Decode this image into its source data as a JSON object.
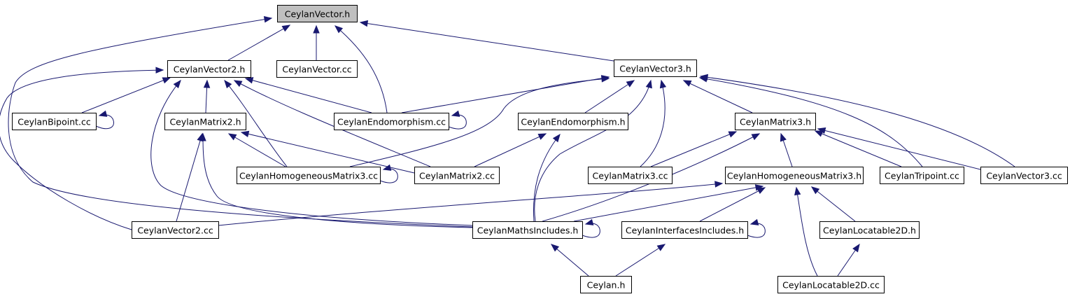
{
  "diagram": {
    "type": "include-dependency-graph",
    "nodes": [
      {
        "id": "CeylanVector.h",
        "label": "CeylanVector.h",
        "current": true
      },
      {
        "id": "CeylanVector2.h",
        "label": "CeylanVector2.h"
      },
      {
        "id": "CeylanVector.cc",
        "label": "CeylanVector.cc"
      },
      {
        "id": "CeylanVector3.h",
        "label": "CeylanVector3.h"
      },
      {
        "id": "CeylanBipoint.cc",
        "label": "CeylanBipoint.cc"
      },
      {
        "id": "CeylanMatrix2.h",
        "label": "CeylanMatrix2.h"
      },
      {
        "id": "CeylanEndomorphism.cc",
        "label": "CeylanEndomorphism.cc"
      },
      {
        "id": "CeylanEndomorphism.h",
        "label": "CeylanEndomorphism.h"
      },
      {
        "id": "CeylanMatrix3.h",
        "label": "CeylanMatrix3.h"
      },
      {
        "id": "CeylanHomogeneousMatrix3.cc",
        "label": "CeylanHomogeneousMatrix3.cc"
      },
      {
        "id": "CeylanMatrix2.cc",
        "label": "CeylanMatrix2.cc"
      },
      {
        "id": "CeylanMatrix3.cc",
        "label": "CeylanMatrix3.cc"
      },
      {
        "id": "CeylanHomogeneousMatrix3.h",
        "label": "CeylanHomogeneousMatrix3.h"
      },
      {
        "id": "CeylanTripoint.cc",
        "label": "CeylanTripoint.cc"
      },
      {
        "id": "CeylanVector3.cc",
        "label": "CeylanVector3.cc"
      },
      {
        "id": "CeylanVector2.cc",
        "label": "CeylanVector2.cc"
      },
      {
        "id": "CeylanMathsIncludes.h",
        "label": "CeylanMathsIncludes.h"
      },
      {
        "id": "CeylanInterfacesIncludes.h",
        "label": "CeylanInterfacesIncludes.h"
      },
      {
        "id": "CeylanLocatable2D.h",
        "label": "CeylanLocatable2D.h"
      },
      {
        "id": "Ceylan.h",
        "label": "Ceylan.h"
      },
      {
        "id": "CeylanLocatable2D.cc",
        "label": "CeylanLocatable2D.cc"
      }
    ],
    "edges": [
      {
        "from": "CeylanVector2.h",
        "to": "CeylanVector.h"
      },
      {
        "from": "CeylanVector.cc",
        "to": "CeylanVector.h"
      },
      {
        "from": "CeylanEndomorphism.cc",
        "to": "CeylanVector.h"
      },
      {
        "from": "CeylanVector3.h",
        "to": "CeylanVector.h"
      },
      {
        "from": "CeylanMathsIncludes.h",
        "to": "CeylanVector.h"
      },
      {
        "from": "CeylanBipoint.cc",
        "to": "CeylanVector2.h"
      },
      {
        "from": "CeylanMatrix2.h",
        "to": "CeylanVector2.h"
      },
      {
        "from": "CeylanEndomorphism.cc",
        "to": "CeylanVector2.h"
      },
      {
        "from": "CeylanHomogeneousMatrix3.cc",
        "to": "CeylanVector2.h"
      },
      {
        "from": "CeylanMatrix2.cc",
        "to": "CeylanVector2.h"
      },
      {
        "from": "CeylanMathsIncludes.h",
        "to": "CeylanVector2.h"
      },
      {
        "from": "CeylanVector2.cc",
        "to": "CeylanVector2.h"
      },
      {
        "from": "CeylanBipoint.cc",
        "to": "CeylanBipoint.cc"
      },
      {
        "from": "CeylanEndomorphism.cc",
        "to": "CeylanEndomorphism.cc"
      },
      {
        "from": "CeylanHomogeneousMatrix3.cc",
        "to": "CeylanHomogeneousMatrix3.cc"
      },
      {
        "from": "CeylanMathsIncludes.h",
        "to": "CeylanMathsIncludes.h"
      },
      {
        "from": "CeylanInterfacesIncludes.h",
        "to": "CeylanInterfacesIncludes.h"
      },
      {
        "from": "CeylanHomogeneousMatrix3.cc",
        "to": "CeylanMatrix2.h"
      },
      {
        "from": "CeylanMatrix2.cc",
        "to": "CeylanMatrix2.h"
      },
      {
        "from": "CeylanVector2.cc",
        "to": "CeylanMatrix2.h"
      },
      {
        "from": "CeylanMathsIncludes.h",
        "to": "CeylanMatrix2.h"
      },
      {
        "from": "CeylanEndomorphism.cc",
        "to": "CeylanVector3.h"
      },
      {
        "from": "CeylanHomogeneousMatrix3.cc",
        "to": "CeylanVector3.h"
      },
      {
        "from": "CeylanEndomorphism.h",
        "to": "CeylanVector3.h"
      },
      {
        "from": "CeylanMathsIncludes.h",
        "to": "CeylanVector3.h"
      },
      {
        "from": "CeylanMatrix3.cc",
        "to": "CeylanVector3.h"
      },
      {
        "from": "CeylanMatrix3.h",
        "to": "CeylanVector3.h"
      },
      {
        "from": "CeylanTripoint.cc",
        "to": "CeylanVector3.h"
      },
      {
        "from": "CeylanVector3.cc",
        "to": "CeylanVector3.h"
      },
      {
        "from": "CeylanMatrix2.cc",
        "to": "CeylanEndomorphism.h"
      },
      {
        "from": "CeylanMathsIncludes.h",
        "to": "CeylanEndomorphism.h"
      },
      {
        "from": "CeylanMatrix3.cc",
        "to": "CeylanMatrix3.h"
      },
      {
        "from": "CeylanHomogeneousMatrix3.h",
        "to": "CeylanMatrix3.h"
      },
      {
        "from": "CeylanMathsIncludes.h",
        "to": "CeylanMatrix3.h"
      },
      {
        "from": "CeylanTripoint.cc",
        "to": "CeylanMatrix3.h"
      },
      {
        "from": "CeylanVector3.cc",
        "to": "CeylanMatrix3.h"
      },
      {
        "from": "CeylanVector2.cc",
        "to": "CeylanHomogeneousMatrix3.h"
      },
      {
        "from": "CeylanMathsIncludes.h",
        "to": "CeylanHomogeneousMatrix3.h"
      },
      {
        "from": "CeylanInterfacesIncludes.h",
        "to": "CeylanHomogeneousMatrix3.h"
      },
      {
        "from": "CeylanLocatable2D.h",
        "to": "CeylanHomogeneousMatrix3.h"
      },
      {
        "from": "CeylanLocatable2D.cc",
        "to": "CeylanHomogeneousMatrix3.h"
      },
      {
        "from": "Ceylan.h",
        "to": "CeylanMathsIncludes.h"
      },
      {
        "from": "Ceylan.h",
        "to": "CeylanInterfacesIncludes.h"
      },
      {
        "from": "CeylanLocatable2D.cc",
        "to": "CeylanLocatable2D.h"
      }
    ],
    "colors": {
      "edge": "#191970",
      "current_node_fill": "#bfbfbf",
      "node_fill": "#ffffff",
      "node_border": "#000000"
    }
  }
}
